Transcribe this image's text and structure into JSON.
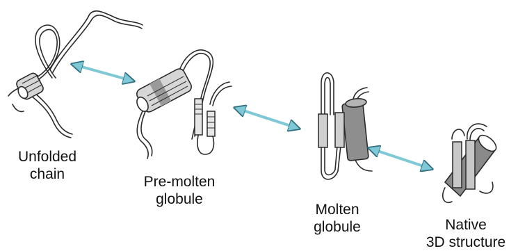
{
  "stages": [
    {
      "id": "unfolded",
      "line1": "Unfolded",
      "line2": "chain"
    },
    {
      "id": "premolten",
      "line1": "Pre-molten",
      "line2": "globule"
    },
    {
      "id": "molten",
      "line1": "Molten",
      "line2": "globule"
    },
    {
      "id": "native",
      "line1": "Native",
      "line2": "3D structure"
    }
  ],
  "colors": {
    "arrow": "#7fc8d6",
    "arrow_outline": "#2f6f80",
    "helix_fill": "#bdbdbd",
    "helix_dark": "#8a8a8a",
    "strand_fill": "#c8c8c8",
    "line": "#2a2a2a"
  },
  "arrows": [
    "bidirectional",
    "bidirectional",
    "bidirectional"
  ]
}
